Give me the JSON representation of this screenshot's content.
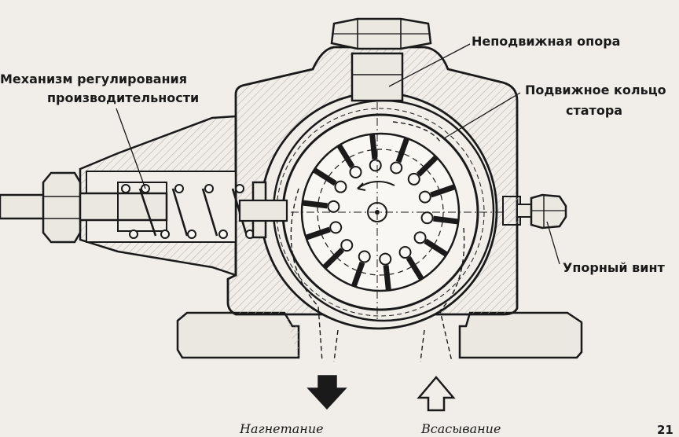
{
  "labels": {
    "fixed_support": "Неподвижная опора",
    "capacity_mechanism_line1": "Механизм регулирования",
    "capacity_mechanism_line2": "производительности",
    "movable_ring_line1": "Подвижное кольцо",
    "movable_ring_line2": "статора",
    "stop_screw": "Упорный винт"
  },
  "flows": {
    "discharge": "Нагнетание",
    "suction": "Всасывание"
  },
  "page_number": "21",
  "colors": {
    "background": "#f1ede8",
    "ink": "#1a1a1a",
    "hatch": "#b9b4ae"
  }
}
